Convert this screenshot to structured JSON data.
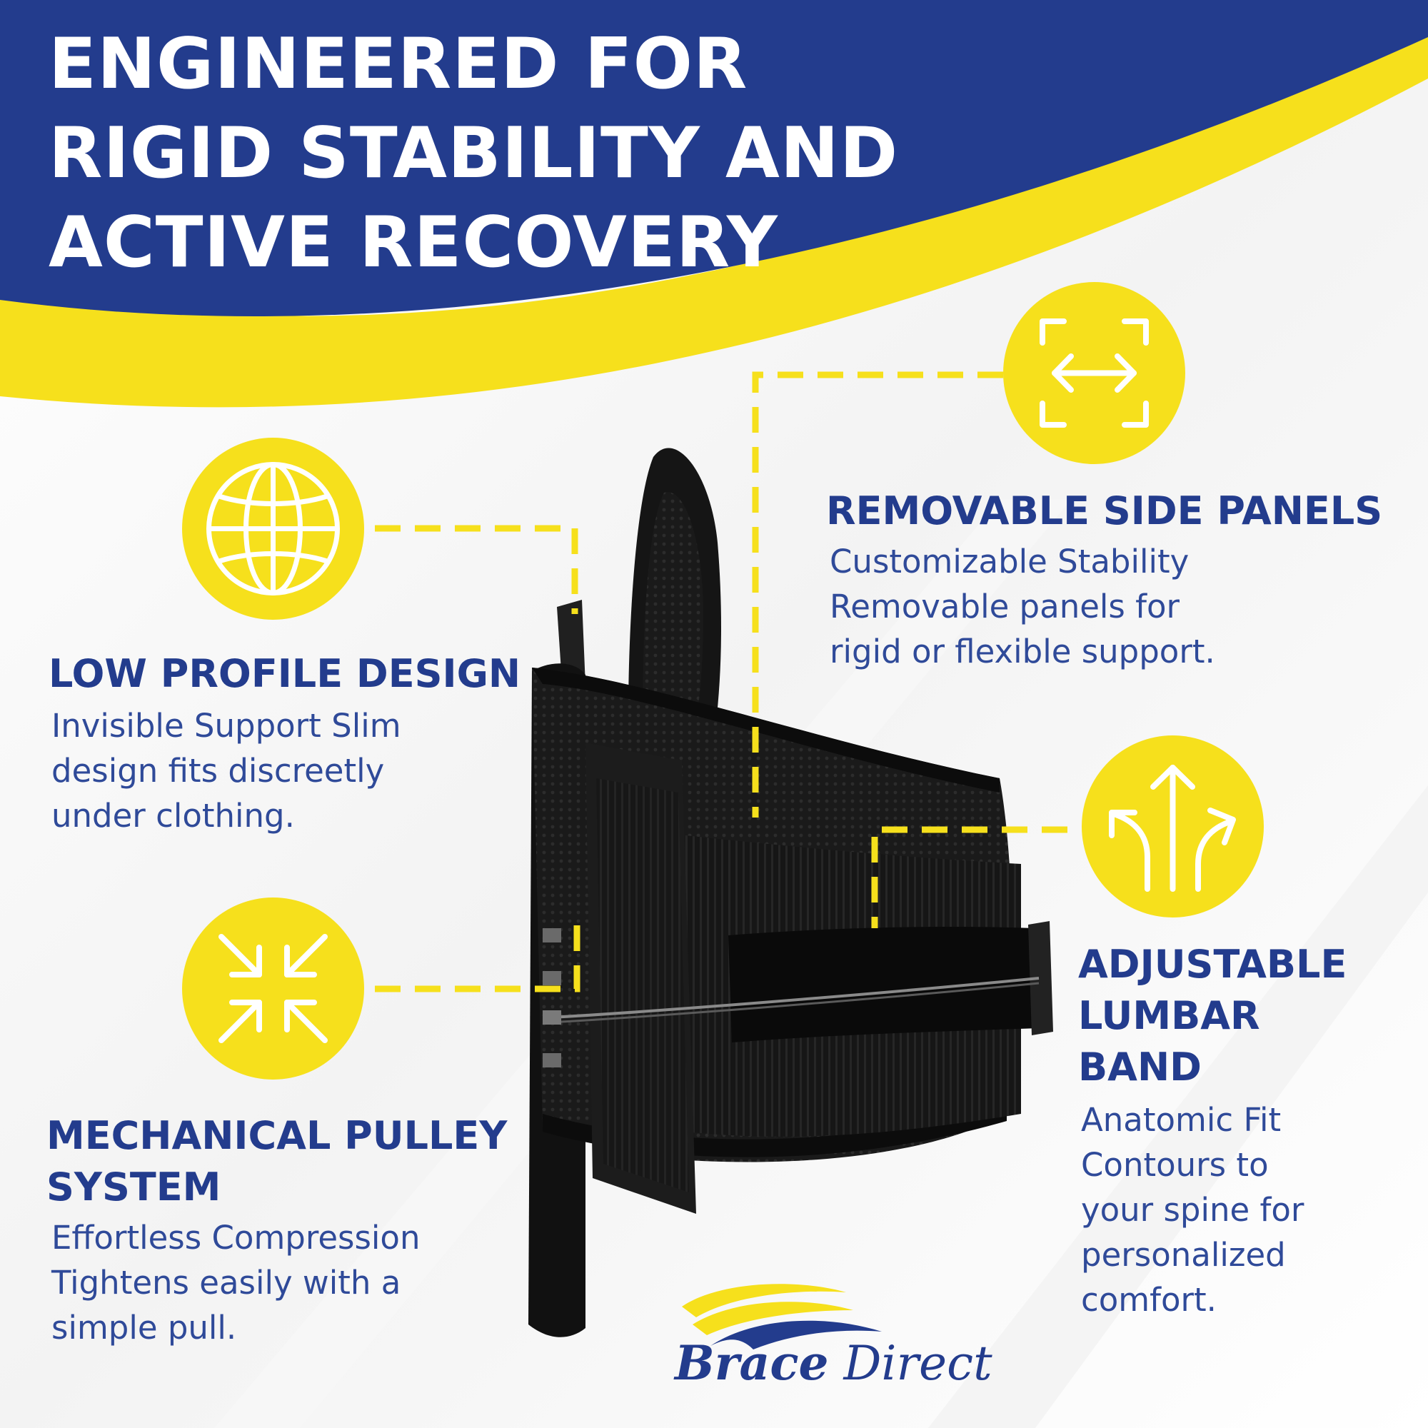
{
  "headline": [
    "ENGINEERED FOR",
    "RIGID STABILITY AND",
    "ACTIVE RECOVERY"
  ],
  "features": {
    "low_profile": {
      "icon": "globe-icon",
      "title": [
        "LOW PROFILE DESIGN"
      ],
      "lines": [
        "Invisible Support Slim",
        "design fits discreetly",
        "under clothing."
      ]
    },
    "pulley": {
      "icon": "compress-arrows-icon",
      "title": [
        "MECHANICAL PULLEY",
        "SYSTEM"
      ],
      "lines": [
        "Effortless Compression",
        "Tightens easily with a",
        "simple pull."
      ]
    },
    "side_panels": {
      "icon": "expand-frame-icon",
      "title": [
        "REMOVABLE SIDE PANELS"
      ],
      "lines": [
        "Customizable Stability",
        "Removable panels for",
        "rigid or flexible support."
      ]
    },
    "lumbar": {
      "icon": "branching-arrows-icon",
      "title": [
        "ADJUSTABLE",
        "LUMBAR",
        "BAND"
      ],
      "lines": [
        "Anatomic Fit",
        "Contours to",
        "your spine for",
        "personalized",
        "comfort."
      ]
    }
  },
  "brand": {
    "word1": "Brace",
    "word2": "Direct"
  },
  "colors": {
    "navy": "#233c8d",
    "yellow": "#f6e01c",
    "white": "#ffffff",
    "brace": "#141414"
  }
}
